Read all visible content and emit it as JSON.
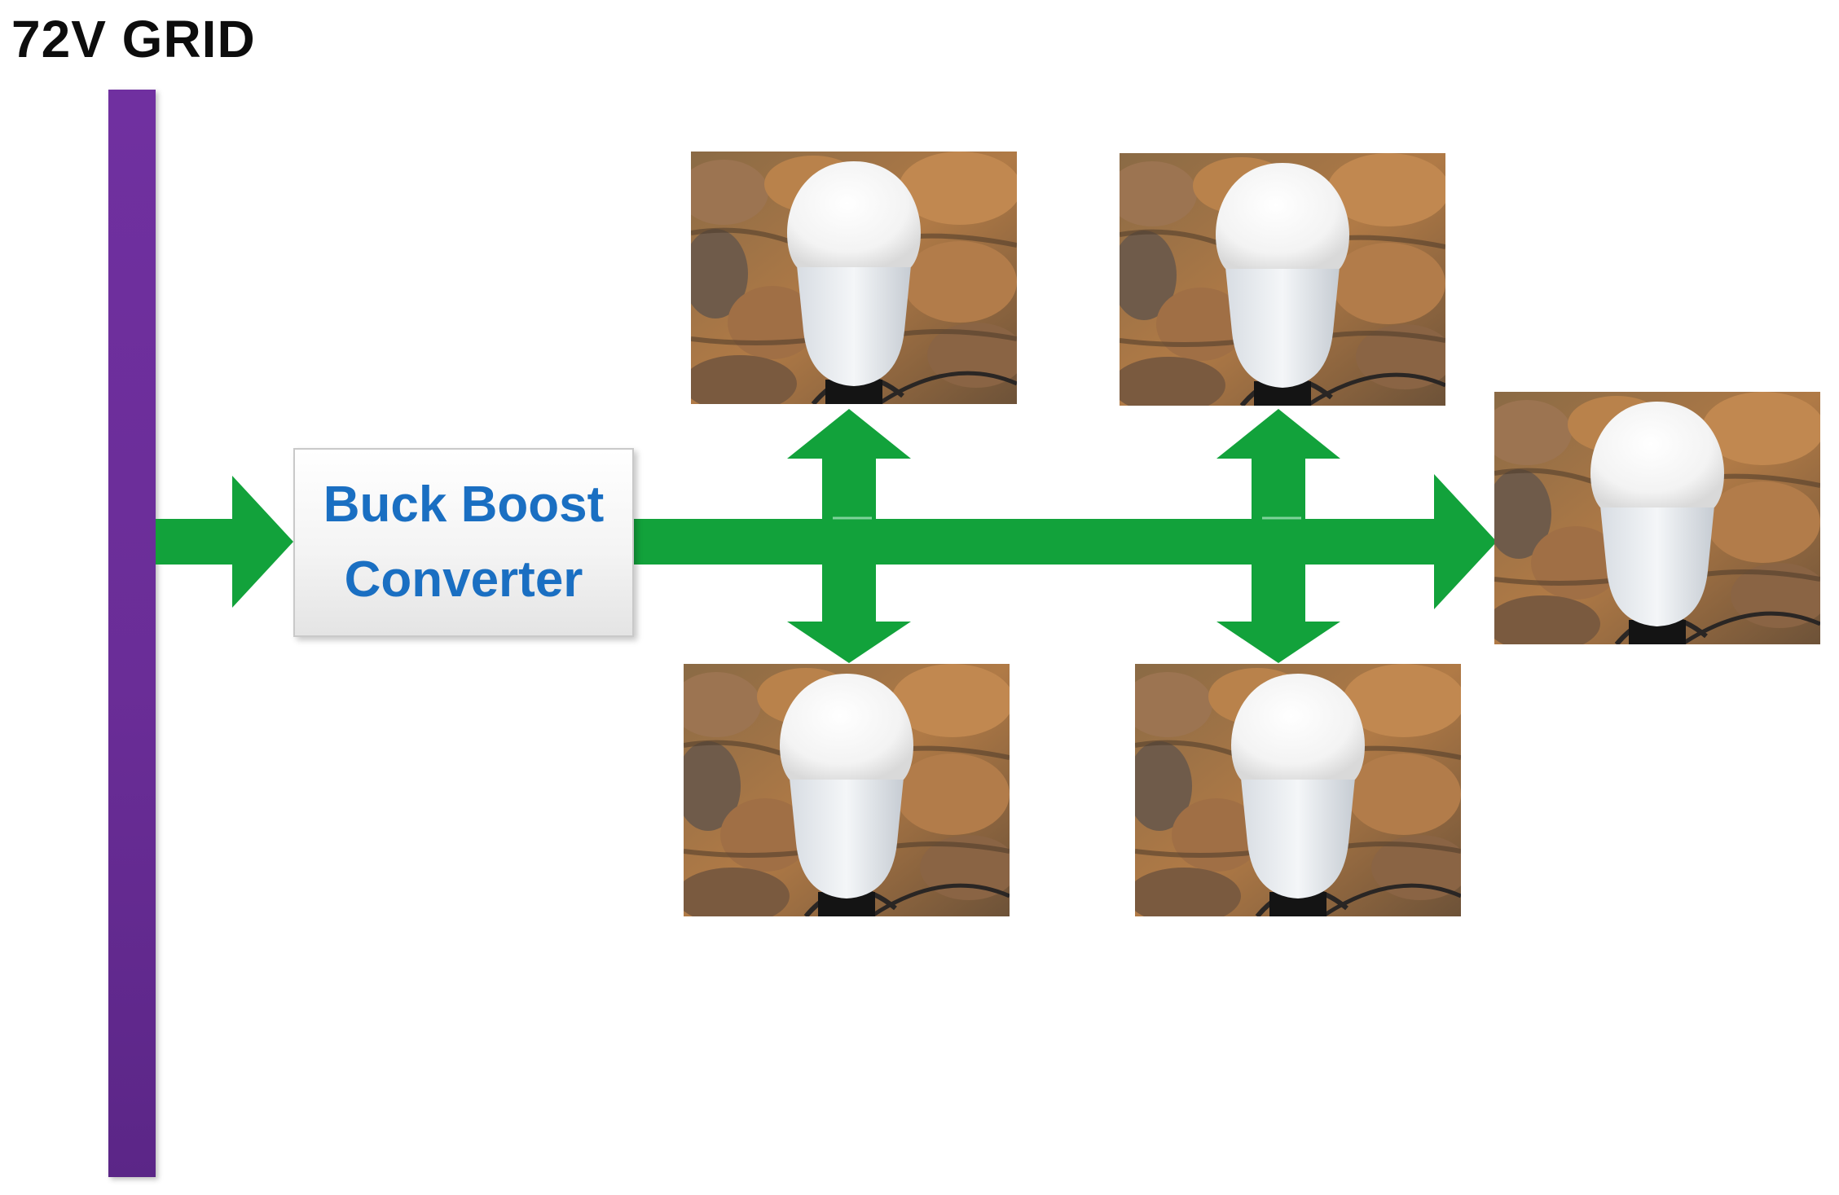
{
  "diagram": {
    "grid_label": "72V GRID",
    "converter": {
      "line1": "Buck Boost",
      "line2": "Converter"
    },
    "colors": {
      "bus_bar": "#7030a0",
      "arrow": "#12a23b",
      "converter_text": "#1a6fc2",
      "title_text": "#0d0d0d"
    },
    "loads": [
      {
        "icon": "light-bulb-icon"
      },
      {
        "icon": "light-bulb-icon"
      },
      {
        "icon": "light-bulb-icon"
      },
      {
        "icon": "light-bulb-icon"
      },
      {
        "icon": "light-bulb-icon"
      }
    ]
  }
}
